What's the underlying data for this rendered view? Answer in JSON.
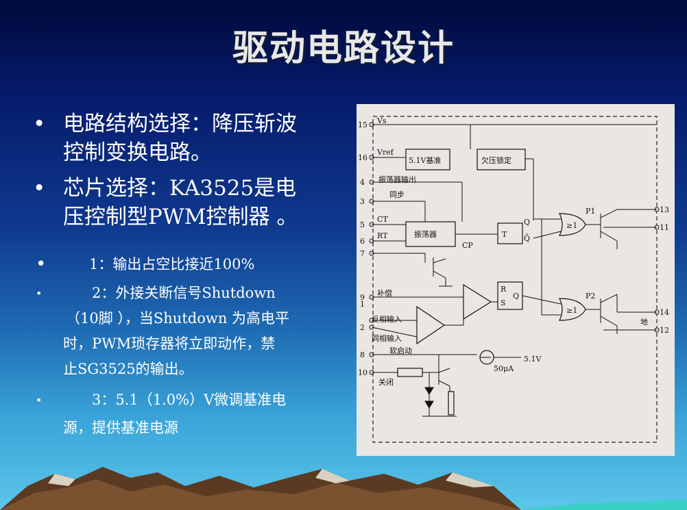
{
  "slide": {
    "title": "驱动电路设计",
    "bullets": [
      {
        "line1": "电路结构选择：降压斩波",
        "line2": "控制变换电路。"
      },
      {
        "line1": "芯片选择：KA3525是电",
        "line2": "压控制型PWM控制器 。"
      },
      {
        "line1": "1：输出占空比接近100%"
      },
      {
        "line1": "2：外接关断信号Shutdown",
        "line2": "（10脚 ），当Shutdown 为高电平",
        "line3": "时，PWM琐存器将立即动作，禁",
        "line4": "止SG3525的输出。"
      },
      {
        "line1": "3：5.1（1.0%）V微调基准电",
        "line2": "源，提供基准电源"
      }
    ],
    "bullet_symbol": "•"
  },
  "circuit": {
    "pins": [
      "15",
      "16",
      "4",
      "3",
      "5",
      "6",
      "7",
      "1",
      "9",
      "2",
      "8",
      "10",
      "13",
      "11",
      "14",
      "12"
    ],
    "labels": {
      "vs": "Vs",
      "vref": "Vref",
      "ref_block": "5.1V基准",
      "uvlo_block": "欠压锁定",
      "osc_out": "振荡器输出",
      "sync": "同步",
      "ct": "CT",
      "rt": "RT",
      "osc_block": "振荡器",
      "cp": "CP",
      "t": "T",
      "q": "Q",
      "qbar": "Q̄",
      "r": "R",
      "s": "S",
      "gte1_top": "≥1",
      "gte1_bottom": "≥1",
      "p1": "P1",
      "p2": "P2",
      "comp": "补偿",
      "inv_in": "反相输入",
      "noninv_in": "同相输入",
      "softstart": "软启动",
      "shutdown": "关闭",
      "current": "50μA",
      "v51": "5.1V",
      "gnd": "地"
    }
  }
}
